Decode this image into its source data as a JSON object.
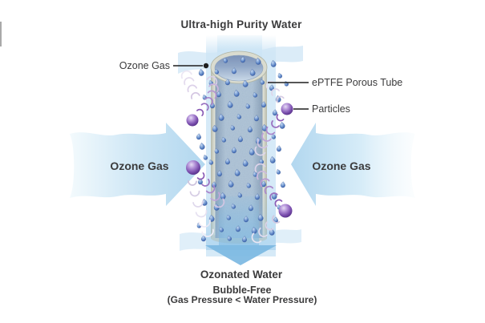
{
  "diagram": {
    "title": "Ultra-high Purity Water",
    "labels": {
      "ozone_gas_pointer": "Ozone Gas",
      "eptfe_porous_tube": "ePTFE Porous Tube",
      "particles": "Particles",
      "ozone_gas_left_arrow": "Ozone Gas",
      "ozone_gas_right_arrow": "Ozone Gas",
      "ozonated_water": "Ozonated Water",
      "bubble_free": "Bubble-Free",
      "pressure_note": "(Gas Pressure < Water Pressure)"
    },
    "icons": {
      "water-droplet-icon": "small blue teardrop (ozone dissolving into water)",
      "particle-icon": "purple sphere (particle blocked by porous tube)",
      "ripple-arc-icon": "crescent ripple arcs (particle repelled at tube wall)",
      "flow-arrow-left-icon": "wavy light-blue arrow pointing right",
      "flow-arrow-right-icon": "wavy light-blue arrow pointing left",
      "down-arrow-icon": "blue arrow pointing down (ozonated water outflow)",
      "pointer-dot-icon": "black callout dot"
    },
    "colors": {
      "text": "#3b3b3c",
      "arrow_blue_strong": "#b2d7ef",
      "arrow_blue_light": "#f3fafd",
      "down_arrow": "#7cb8e2",
      "water_band": "#cfe6f6",
      "tube_wall": "#d6d8cc",
      "tube_inner": "#b2c6d8",
      "tube_top_dark": "#7289b1",
      "droplet": "#4a72b8",
      "droplet_highlight": "#c6d9f2",
      "particle_purple": "#7b4fae",
      "particle_highlight": "#e6dcf5",
      "ripple_purple": "#8a5bb5",
      "ripple_gray": "#ddd6e8",
      "pointer_line": "#1f1f1f"
    }
  }
}
